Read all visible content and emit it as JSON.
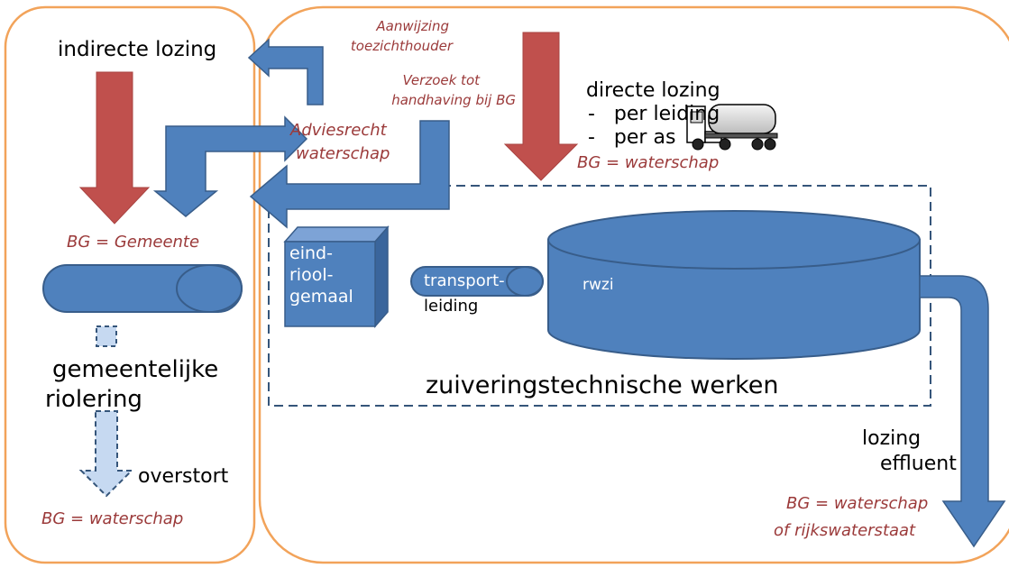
{
  "colors": {
    "region_border": "#f2a35a",
    "red_arrow": "#c0504d",
    "blue": "#4f81bd",
    "blue_stroke": "#385d8a",
    "light_blue": "#c6d9f1",
    "dashed": "#35557a",
    "label_red": "#9b3a3a",
    "text": "#000000"
  },
  "left": {
    "title": "indirecte lozing",
    "bg_label": "BG = Gemeente",
    "sewer_line1": "gemeentelijke",
    "sewer_line2": "riolering",
    "overflow": "overstort",
    "bg_overflow": "BG = waterschap"
  },
  "middle": {
    "instruction_line1": "Aanwijzing",
    "instruction_line2": "toezichthouder",
    "request_line1": "Verzoek tot",
    "request_line2": "handhaving bij BG",
    "advisory_line1": "Adviesrecht",
    "advisory_line2": "waterschap"
  },
  "right": {
    "direct_title": "directe lozing",
    "direct_item1": "-   per leiding",
    "direct_item2": "-   per as",
    "direct_bg": "BG = waterschap",
    "box_title": "zuiveringstechnische werken",
    "pump_line1": "eind-",
    "pump_line2": "riool-",
    "pump_line3": "gemaal",
    "transport_line1": "transport-",
    "transport_line2": "leiding",
    "wwtp": "rwzi",
    "effluent_line1": "lozing",
    "effluent_line2": "effluent",
    "effluent_bg_line1": "BG = waterschap",
    "effluent_bg_line2": "of rijkswaterstaat"
  }
}
